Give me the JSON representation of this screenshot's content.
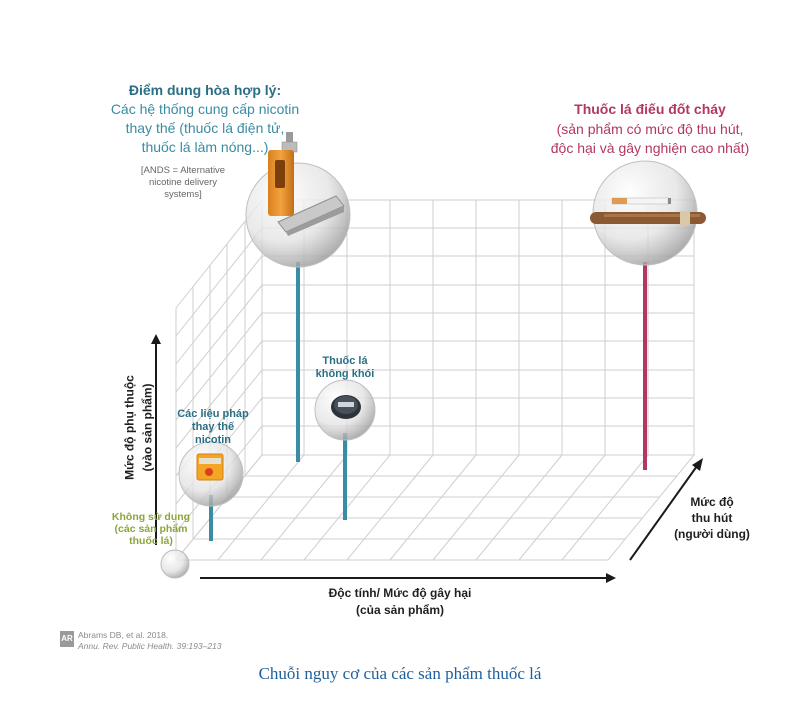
{
  "colors": {
    "teal": "#3a8ca3",
    "teal_dark": "#2a6f86",
    "maroon": "#b23764",
    "olive": "#8aa63a",
    "grid": "#c9c9c9",
    "text_dark": "#1f1f1f",
    "text_gray": "#666666",
    "caption_blue": "#1f5f9c"
  },
  "ends": {
    "sweet_spot": {
      "title": "Điểm dung hòa hợp lý:",
      "lines": [
        "Các hệ thống cung cấp nicotin",
        "thay thế (thuốc lá điện tử,",
        "thuốc lá làm nóng...)"
      ],
      "note_lines": [
        "[ANDS = Alternative",
        "nicotine delivery",
        "systems]"
      ]
    },
    "combustible": {
      "title": "Thuốc lá điếu đốt cháy",
      "lines": [
        "(sản phẩm có mức độ thu hút,",
        "độc hại và gây nghiện cao nhất)"
      ]
    }
  },
  "products": {
    "smokeless": [
      "Thuốc lá",
      "không khói"
    ],
    "nrt": [
      "Các liệu pháp",
      "thay thế",
      "nicotin"
    ],
    "none": [
      "Không sử dụng",
      "(các sản phẩm",
      "thuốc lá)"
    ]
  },
  "axes": {
    "dependence": [
      "Mức độ phụ thuộc",
      "(vào sản phẩm)"
    ],
    "toxicity": [
      "Độc tính/ Mức độ gây hại",
      "(của sản phẩm)"
    ],
    "appeal": [
      "Mức độ",
      "thu hút",
      "(người dùng)"
    ]
  },
  "citation": {
    "line1": "Abrams DB, et al. 2018.",
    "line2": "Annu. Rev. Public Health. 39:193–213",
    "logo_text": "AR"
  },
  "caption": "Chuỗi nguy cơ của các sản phẩm thuốc lá"
}
